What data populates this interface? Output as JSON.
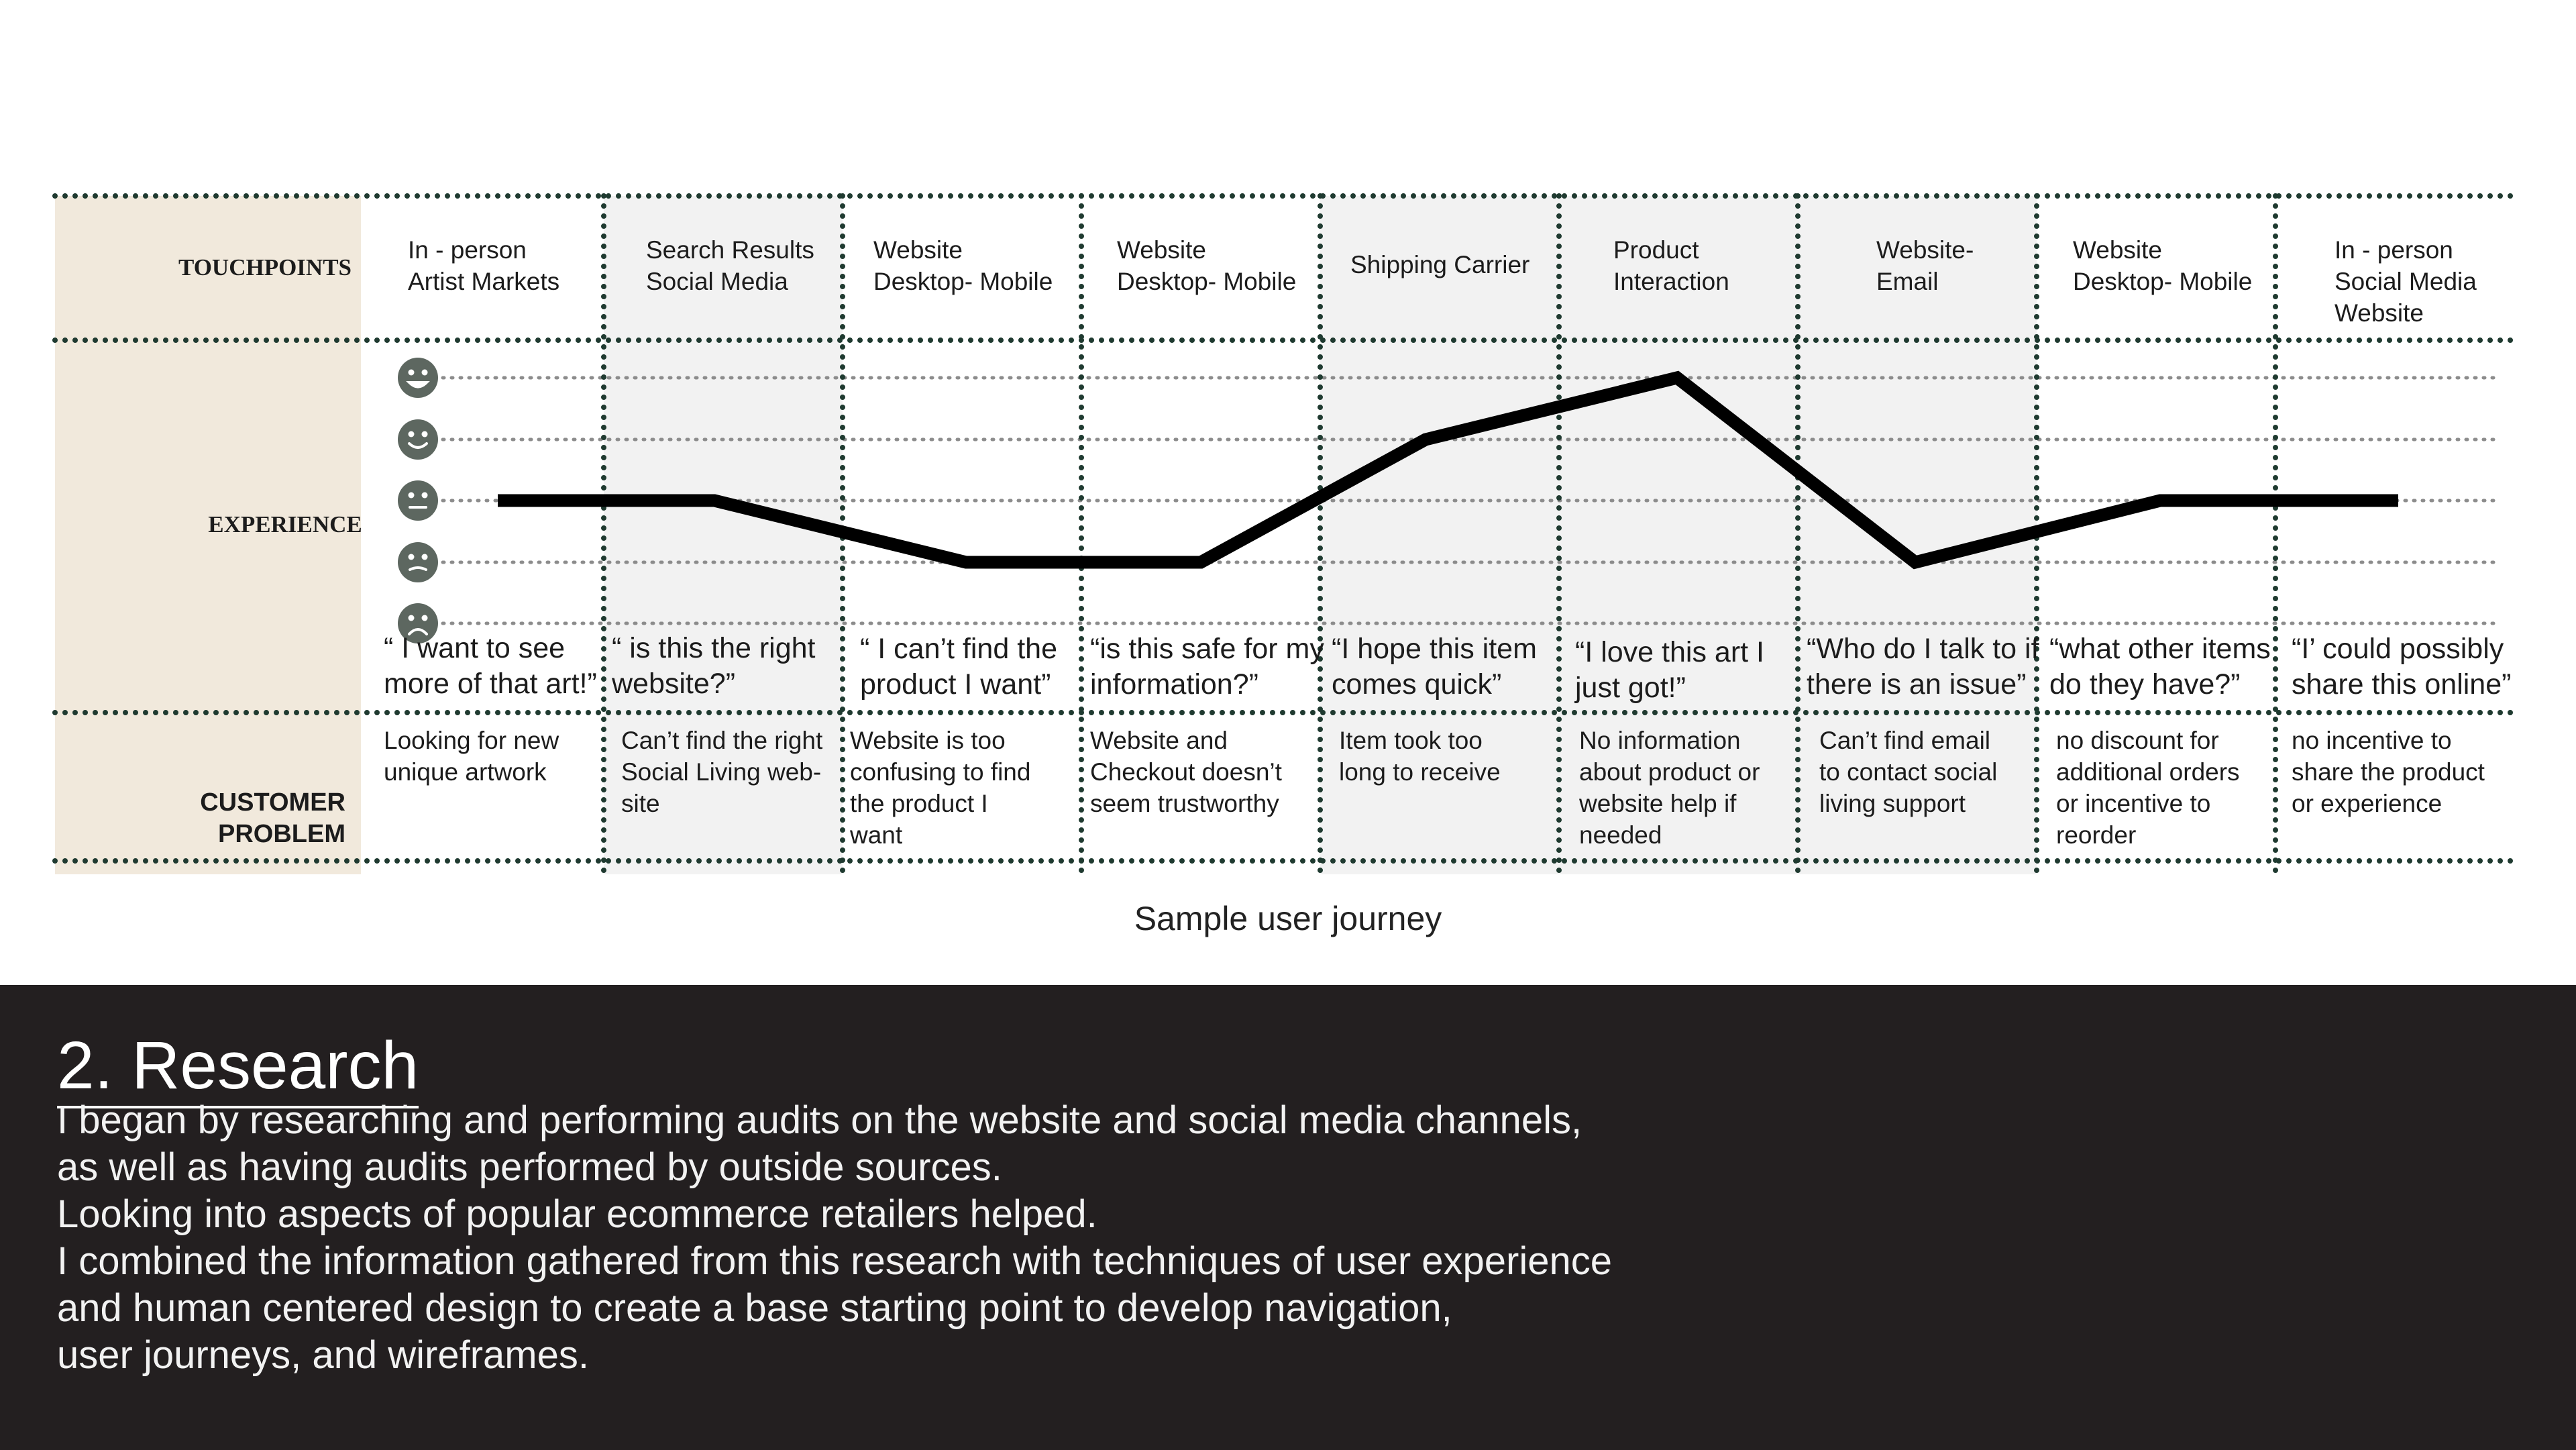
{
  "journey": {
    "row_labels": {
      "touchpoints": "TOUCHPOINTS",
      "experience": "EXPERIENCE",
      "customer_problem": [
        "CUSTOMER",
        "PROBLEM"
      ]
    },
    "faces": [
      "very-happy-face-icon",
      "happy-face-icon",
      "neutral-face-icon",
      "unhappy-face-icon",
      "sad-face-icon"
    ],
    "stages": [
      {
        "touchpoint": [
          "In - person",
          "Artist Markets"
        ],
        "level": 3,
        "quote": [
          "“ I want to see",
          "more of that art!”"
        ],
        "problem": [
          "Looking for new",
          "unique artwork"
        ]
      },
      {
        "touchpoint": [
          "Search Results",
          "Social Media"
        ],
        "level": 3,
        "quote": [
          "“ is this the right",
          "website?”"
        ],
        "problem": [
          "Can’t find the right",
          "Social Living web-",
          "site"
        ]
      },
      {
        "touchpoint": [
          "Website",
          "Desktop- Mobile"
        ],
        "level": 2,
        "quote": [
          "“ I can’t find the",
          "product I want”"
        ],
        "problem": [
          "Website is too",
          "confusing to find",
          "the product I",
          "want"
        ]
      },
      {
        "touchpoint": [
          "Website",
          "Desktop- Mobile"
        ],
        "level": 2,
        "quote": [
          "“is this safe for my",
          "information?”"
        ],
        "problem": [
          "Website and",
          "Checkout doesn’t",
          "seem trustworthy"
        ]
      },
      {
        "touchpoint": [
          "Shipping Carrier"
        ],
        "level": 4,
        "quote": [
          "“I hope this item",
          "comes quick”"
        ],
        "problem": [
          "Item took too",
          "long to receive"
        ]
      },
      {
        "touchpoint": [
          "Product",
          "Interaction"
        ],
        "level": 5,
        "quote": [
          "“I love this art I",
          "just got!”"
        ],
        "problem": [
          "No information",
          "about product or",
          "website help if",
          "needed"
        ]
      },
      {
        "touchpoint": [
          "Website-",
          "Email"
        ],
        "level": 2,
        "quote": [
          "“Who do I talk to if",
          "there is an issue”"
        ],
        "problem": [
          "Can’t find email",
          "to contact social",
          "living support"
        ]
      },
      {
        "touchpoint": [
          "Website",
          "Desktop- Mobile"
        ],
        "level": 3,
        "quote": [
          "“what other items",
          "do they have?”"
        ],
        "problem": [
          "no discount for",
          "additional orders",
          "or incentive to",
          "reorder"
        ]
      },
      {
        "touchpoint": [
          "In - person",
          "Social Media",
          "Website"
        ],
        "level": 3,
        "quote": [
          "“I’ could possibly",
          "share this online”"
        ],
        "problem": [
          "no incentive to",
          "share the product",
          "or experience"
        ]
      }
    ],
    "caption": "Sample user journey",
    "colors": {
      "label_column": "#f1e9dc",
      "shaded_column": "#f2f2f2",
      "grid_dots": "#1f3a30",
      "face": "#5d6760",
      "line": "#000000"
    }
  },
  "research": {
    "heading": "2. Research",
    "paragraph_lines": [
      "I began by researching and performing audits on the website and social media channels,",
      "as well as having audits performed by outside sources.",
      "Looking into aspects of popular ecommerce retailers helped.",
      "I combined the information gathered from this research with techniques of user experience",
      "and human centered design to create a base starting point to develop navigation,",
      "user journeys, and wireframes."
    ],
    "background_color": "#231f20"
  }
}
